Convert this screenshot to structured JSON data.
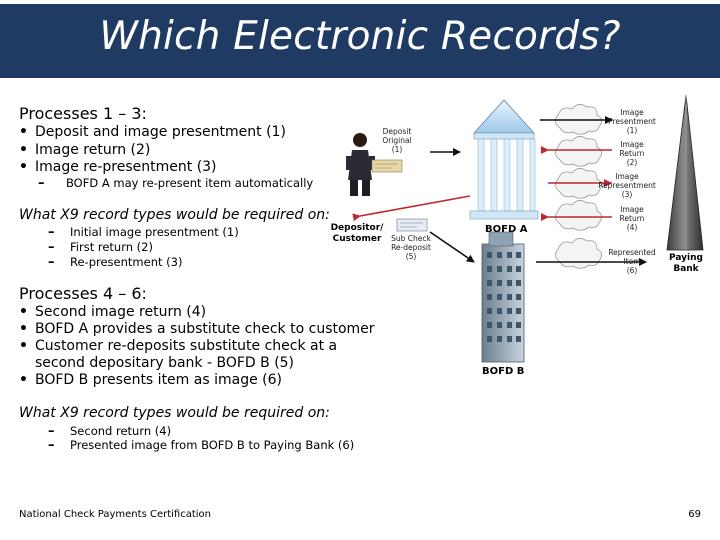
{
  "title": "Which Electronic Records?",
  "section1": {
    "heading": "Processes 1 – 3:",
    "bullets": [
      "Deposit and image presentment (1)",
      "Image return (2)",
      "Image re-presentment (3)"
    ],
    "sub_bullet": "BOFD A may re-present item automatically",
    "question": "What X9 record types would be required on:",
    "question_items": [
      "Initial image presentment (1)",
      "First return (2)",
      "Re-presentment (3)"
    ]
  },
  "section2": {
    "heading": "Processes 4 – 6:",
    "bullets": [
      "Second image return (4)",
      "BOFD A provides a substitute check to customer",
      "Customer re-deposits substitute check at a",
      "second depositary bank - BOFD B (5)",
      "BOFD B presents item as image (6)"
    ],
    "question": "What X9 record types would be required on:",
    "question_items": [
      "Second return (4)",
      "Presented image from BOFD B to Paying Bank (6)"
    ]
  },
  "diagram": {
    "deposit_original": [
      "Deposit",
      "Original",
      "(1)"
    ],
    "depositor": [
      "Depositor/",
      "Customer"
    ],
    "sub_check": [
      "Sub Check",
      "Re-deposit",
      "(5)"
    ],
    "bofd_a": "BOFD A",
    "bofd_b": "BOFD B",
    "paying_bank": [
      "Paying",
      "Bank"
    ],
    "image_presentment": [
      "Image",
      "Presentment",
      "(1)"
    ],
    "image_return_2": [
      "Image",
      "Return",
      "(2)"
    ],
    "image_representment": [
      "Image",
      "Representment",
      "(3)"
    ],
    "image_return_4": [
      "Image",
      "Return",
      "(4)"
    ],
    "represented_item": [
      "Represented",
      "Item",
      "(6)"
    ]
  },
  "footer": {
    "left": "National Check Payments Certification",
    "page": "69"
  },
  "colors": {
    "title_bg": "#1f3b64",
    "arrow_red": "#c0282d"
  }
}
